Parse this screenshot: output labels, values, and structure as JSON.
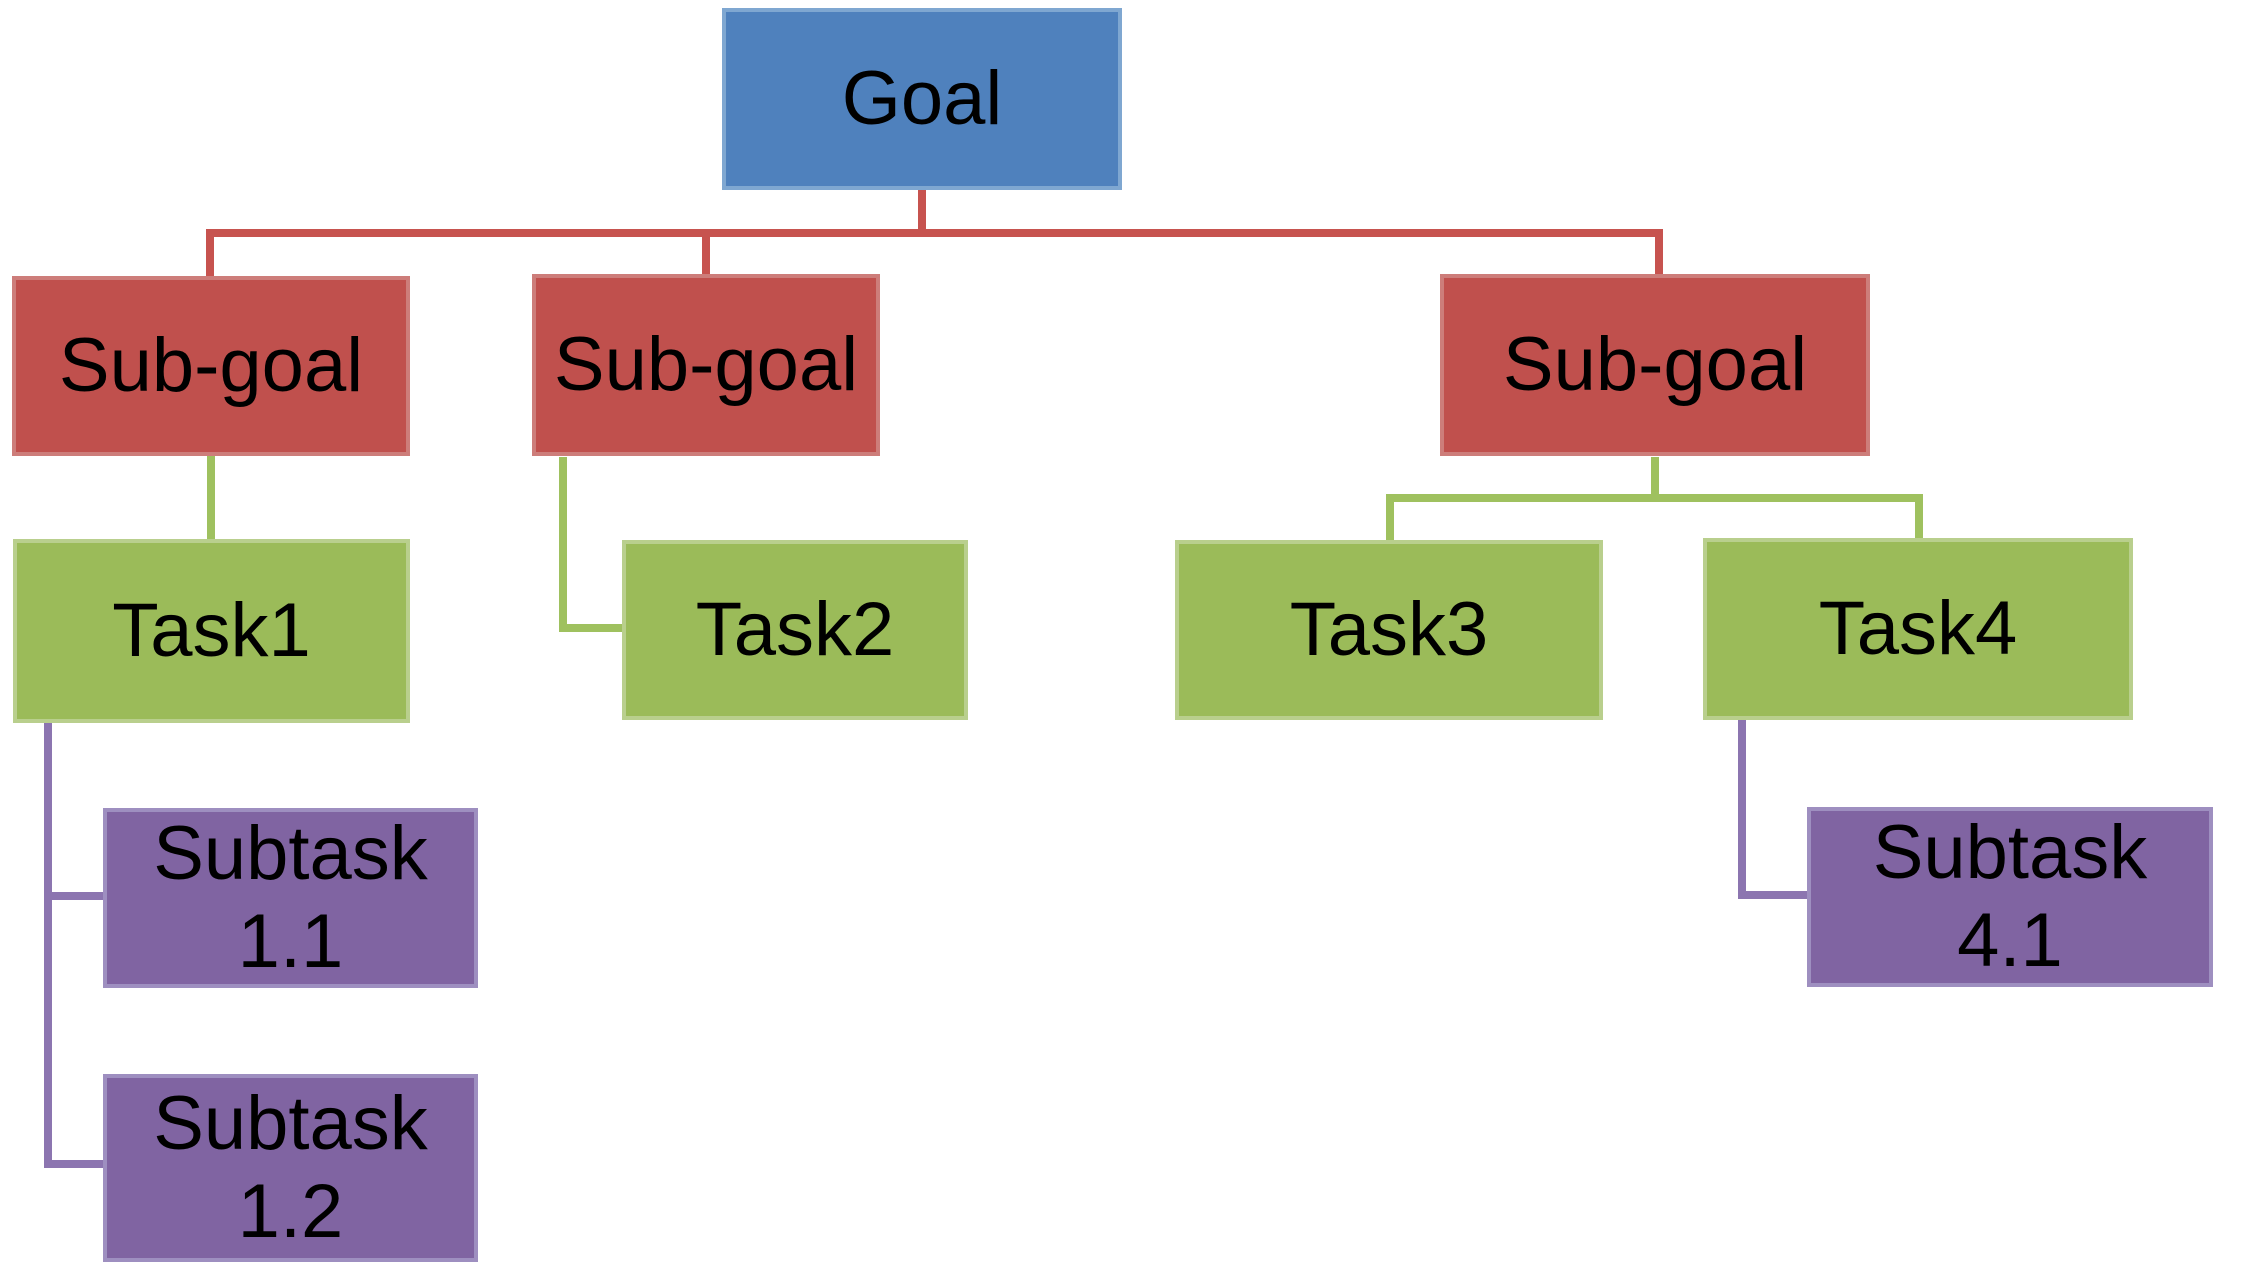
{
  "diagram": {
    "type": "tree",
    "description": "Goal decomposition hierarchy diagram",
    "nodes": {
      "goal": {
        "label": "Goal",
        "level": "goal",
        "color_key": "box-blue"
      },
      "subgoal1": {
        "label": "Sub-goal",
        "level": "sub-goal",
        "color_key": "box-red"
      },
      "subgoal2": {
        "label": "Sub-goal",
        "level": "sub-goal",
        "color_key": "box-red"
      },
      "subgoal3": {
        "label": "Sub-goal",
        "level": "sub-goal",
        "color_key": "box-red"
      },
      "task1": {
        "label": "Task1",
        "level": "task",
        "color_key": "box-green"
      },
      "task2": {
        "label": "Task2",
        "level": "task",
        "color_key": "box-green"
      },
      "task3": {
        "label": "Task3",
        "level": "task",
        "color_key": "box-green"
      },
      "task4": {
        "label": "Task4",
        "level": "task",
        "color_key": "box-green"
      },
      "subtask11": {
        "line1": "Subtask",
        "line2": "1.1",
        "level": "subtask",
        "color_key": "box-purple"
      },
      "subtask12": {
        "line1": "Subtask",
        "line2": "1.2",
        "level": "subtask",
        "color_key": "box-purple"
      },
      "subtask41": {
        "line1": "Subtask",
        "line2": "4.1",
        "level": "subtask",
        "color_key": "box-purple"
      }
    },
    "edges": [
      [
        "goal",
        "subgoal1"
      ],
      [
        "goal",
        "subgoal2"
      ],
      [
        "goal",
        "subgoal3"
      ],
      [
        "subgoal1",
        "task1"
      ],
      [
        "subgoal2",
        "task2"
      ],
      [
        "subgoal3",
        "task3"
      ],
      [
        "subgoal3",
        "task4"
      ],
      [
        "task1",
        "subtask11"
      ],
      [
        "task1",
        "subtask12"
      ],
      [
        "task4",
        "subtask41"
      ]
    ]
  },
  "colors": {
    "background": "#ffffff",
    "text": "#000000",
    "box-blue": "#4f81bd",
    "box-blue-border": "#7fa7d1",
    "box-red": "#c0504d",
    "box-red-border": "#cd7d7a",
    "box-green": "#9bbb59",
    "box-green-border": "#b9cf8d",
    "box-purple": "#8064a2",
    "box-purple-border": "#9e8fc0",
    "line-red": "#c7534f",
    "line-green": "#9fc15f",
    "line-purple": "#8c75b0"
  }
}
